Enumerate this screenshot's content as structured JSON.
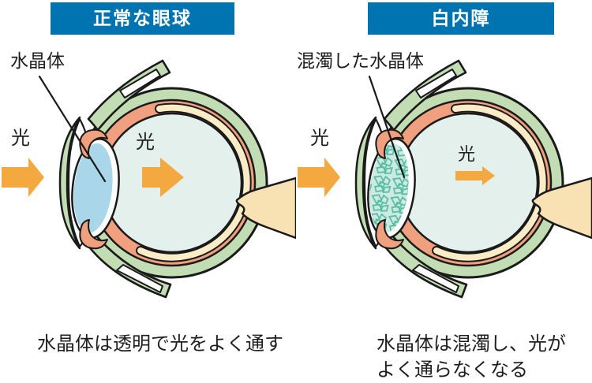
{
  "panels": [
    {
      "header": "正常な眼球",
      "lens_label": "水晶体",
      "light_in_label": "光",
      "light_out_label": "光",
      "caption_lines": [
        "水晶体は透明で光をよく通す"
      ]
    },
    {
      "header": "白内障",
      "lens_label": "混濁した水晶体",
      "light_in_label": "光",
      "light_out_label": "光",
      "caption_lines": [
        "水晶体は混濁し、光が",
        "よく通らなくなる"
      ]
    }
  ],
  "colors": {
    "header_blue": "#0073b1",
    "header_text": "#ffffff",
    "outline": "#1a1a1a",
    "sclera_green": "#c2ddb3",
    "choroid_salmon": "#f0a07e",
    "retina_cream": "#f9ecc6",
    "vitreous": "#e3f0ec",
    "lens_blue": "#a9d6e9",
    "cataract_lens": "#cdeae2",
    "cataract_crackle": "#55bca0",
    "optic_nerve_tan": "#f8e2b4",
    "light_arrow_orange": "#f3a940",
    "text": "#1f1f1f"
  },
  "icons": {
    "light_arrow": "right-block-arrow"
  }
}
